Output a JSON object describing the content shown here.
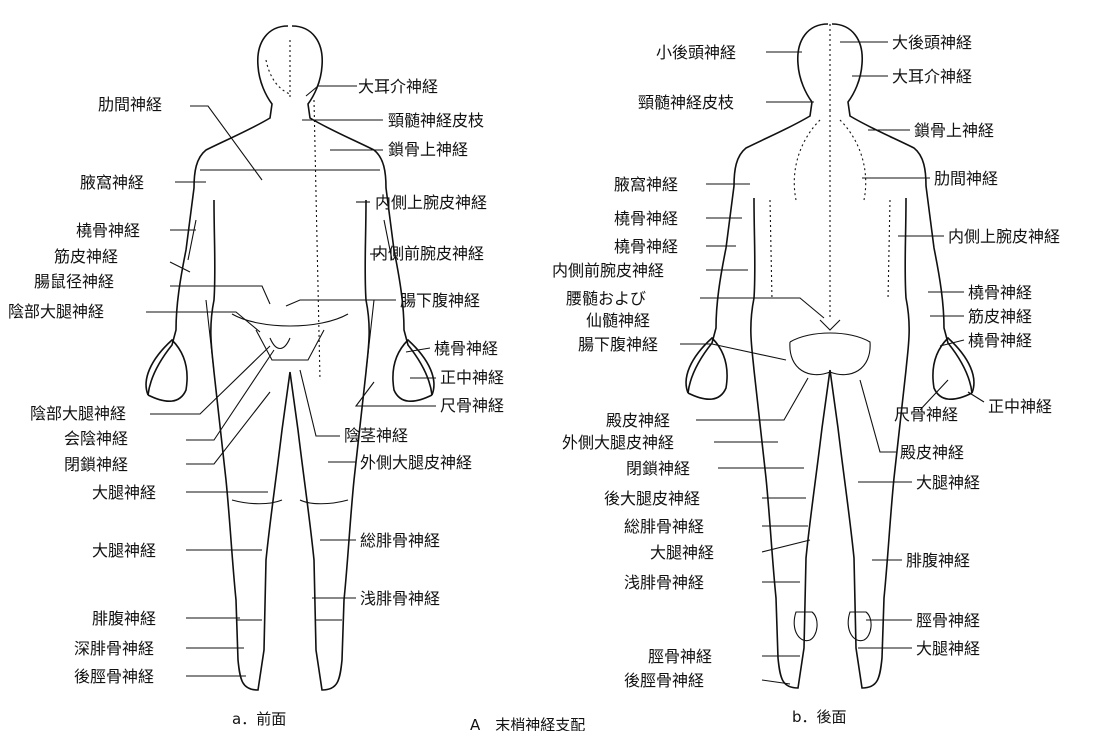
{
  "figure": {
    "front": {
      "caption": "a．前面",
      "labels": [
        "大耳介神経",
        "肋間神経",
        "頸髄神経皮枝",
        "鎖骨上神経",
        "腋窩神経",
        "内側上腕皮神経",
        "橈骨神経",
        "内側前腕皮神経",
        "筋皮神経",
        "腸鼠径神経",
        "腸下腹神経",
        "陰部大腿神経",
        "橈骨神経",
        "正中神経",
        "尺骨神経",
        "陰部大腿神経",
        "陰茎神経",
        "会陰神経",
        "閉鎖神経",
        "外側大腿皮神経",
        "大腿神経",
        "大腿神経",
        "総腓骨神経",
        "浅腓骨神経",
        "腓腹神経",
        "深腓骨神経",
        "後脛骨神経"
      ]
    },
    "back": {
      "caption": "b．後面",
      "labels": [
        "小後頭神経",
        "大後頭神経",
        "大耳介神経",
        "頸髄神経皮枝",
        "鎖骨上神経",
        "腋窩神経",
        "肋間神経",
        "橈骨神経",
        "内側上腕皮神経",
        "橈骨神経",
        "内側前腕皮神経",
        "腰髄および",
        "仙髄神経",
        "橈骨神経",
        "筋皮神経",
        "腸下腹神経",
        "橈骨神経",
        "尺骨神経",
        "正中神経",
        "殿皮神経",
        "外側大腿皮神経",
        "殿皮神経",
        "閉鎖神経",
        "大腿神経",
        "後大腿皮神経",
        "総腓骨神経",
        "大腿神経",
        "腓腹神経",
        "浅腓骨神経",
        "脛骨神経",
        "大腿神経",
        "脛骨神経",
        "後脛骨神経"
      ]
    },
    "title": "A　末梢神経支配"
  }
}
